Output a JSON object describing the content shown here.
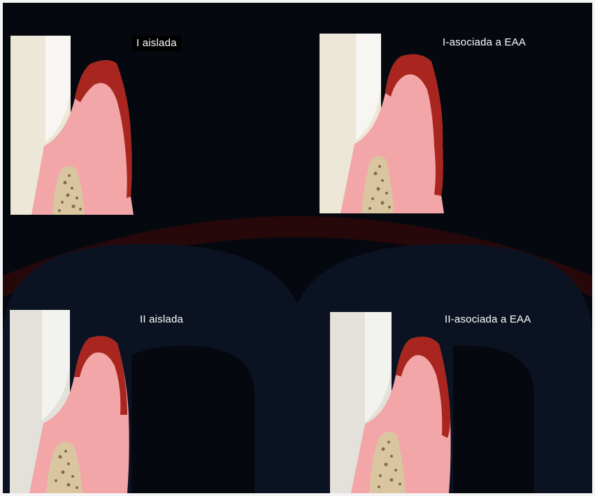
{
  "panels": [
    {
      "label": "I aislada"
    },
    {
      "label": "I-asociada a EAA"
    },
    {
      "label": "II aislada"
    },
    {
      "label": "II-asociada a EAA"
    }
  ],
  "colors": {
    "background": "#06080f",
    "logo_red": "#3a0a0c",
    "logo_navy": "#0b1322",
    "tooth": "#ece7d6",
    "enamel": "#f7f6f2",
    "gingiva": "#f2a6a8",
    "inflamed_margin": "#a8261f",
    "bone": "#d9c6a0",
    "bone_pores": "#7a5a3a"
  }
}
